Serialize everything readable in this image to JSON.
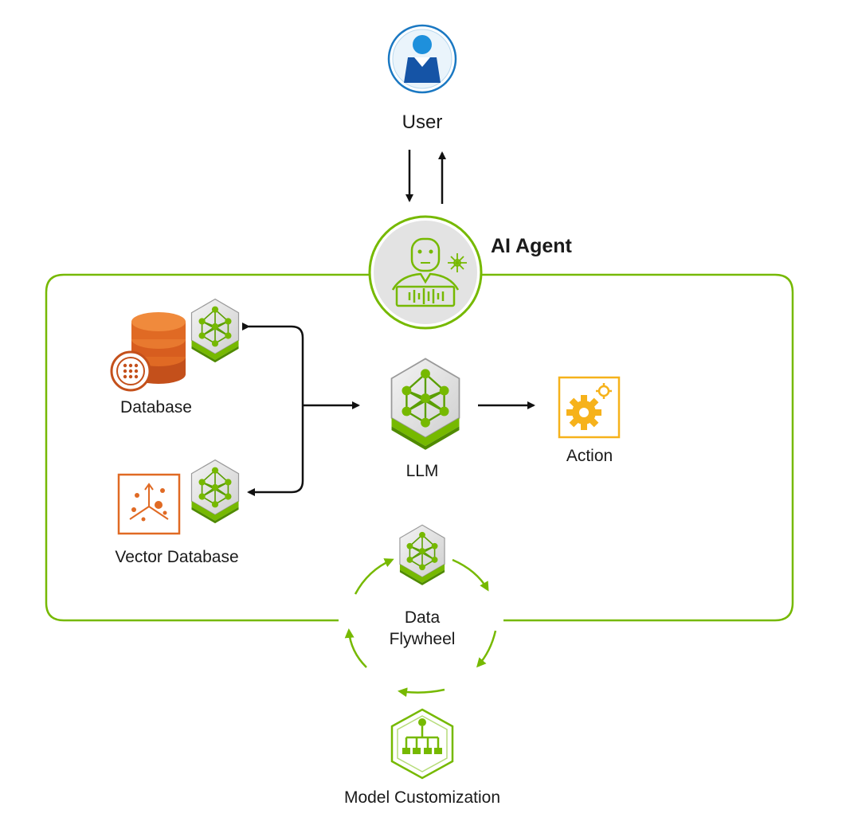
{
  "labels": {
    "user": "User",
    "agent": "AI Agent",
    "database": "Database",
    "vector_database": "Vector Database",
    "llm": "LLM",
    "action": "Action",
    "flywheel_line1": "Data",
    "flywheel_line2": "Flywheel",
    "model_customization": "Model Customization"
  },
  "colors": {
    "green": "#76b900",
    "orange": "#e06a24",
    "yellow": "#f6b21b",
    "blue": "#1a78c2",
    "text": "#1a1a1a"
  },
  "icons": {
    "user": "user-avatar-icon",
    "agent": "robot-agent-icon",
    "database": "database-stack-icon",
    "vector_database": "vector-scatter-icon",
    "llm": "neural-network-cube-icon",
    "action": "gears-icon",
    "model_customization": "hierarchy-tree-icon"
  }
}
